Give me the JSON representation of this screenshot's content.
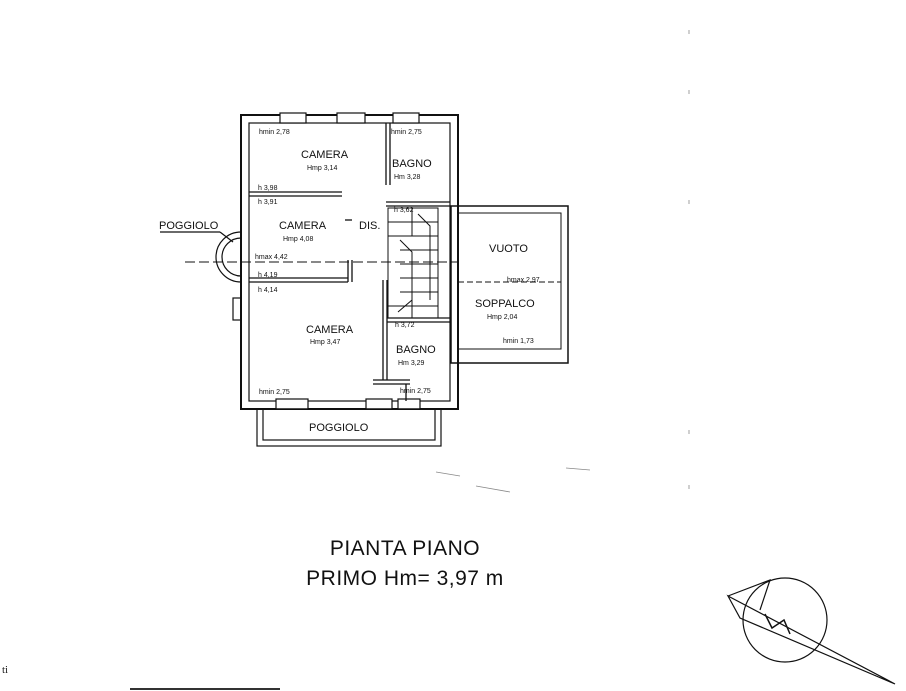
{
  "plan": {
    "rooms": {
      "camera_top": {
        "name": "CAMERA",
        "height": "Hmp 3,14"
      },
      "bagno_top": {
        "name": "BAGNO",
        "height": "Hm 3,28"
      },
      "camera_mid": {
        "name": "CAMERA",
        "height": "Hmp 4,08"
      },
      "dis": {
        "name": "DIS."
      },
      "camera_bottom": {
        "name": "CAMERA",
        "height": "Hmp 3,47"
      },
      "bagno_bottom": {
        "name": "BAGNO",
        "height": "Hm 3,29"
      },
      "vuoto": {
        "name": "VUOTO"
      },
      "soppalco": {
        "name": "SOPPALCO",
        "height": "Hmp 2,04"
      },
      "poggiolo_left": {
        "name": "POGGIOLO"
      },
      "poggiolo_bottom": {
        "name": "POGGIOLO"
      }
    },
    "heights": {
      "hmin_tl": "hmin 2,78",
      "hmin_tr": "hmin 2,75",
      "h_398": "h 3,98",
      "h_391": "h 3,91",
      "h_362": "h 3,62",
      "hmax_442": "hmax 4,42",
      "h_419": "h 4,19",
      "h_414": "h 4,14",
      "h_372": "h 3,72",
      "hmin_bl": "hmin 2,75",
      "hmin_br": "hmin 2,75",
      "hmax_297": "hmax 2,97",
      "hmin_173": "hmin 1,73"
    }
  },
  "caption": {
    "line1": "PIANTA PIANO",
    "line2": "PRIMO Hm= 3,97 m"
  },
  "margin_text": "ti"
}
